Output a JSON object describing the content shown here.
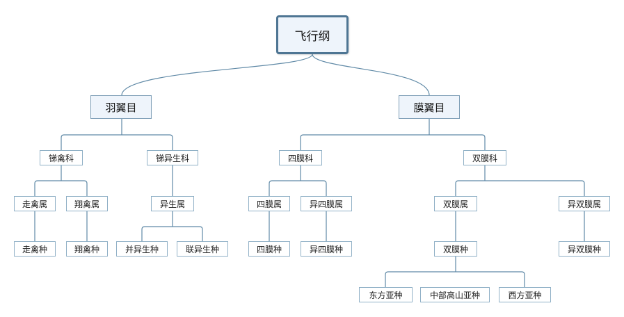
{
  "colors": {
    "line": "#5f89a6",
    "root_border": "#4e7593",
    "node_fill": "#eef4fb"
  },
  "tree": {
    "root": "飞行纲",
    "orders": [
      {
        "label": "羽翼目",
        "families": [
          {
            "label": "锑禽科",
            "genera": [
              {
                "label": "走禽属",
                "species": [
                  "走禽种"
                ]
              },
              {
                "label": "翔禽属",
                "species": [
                  "翔禽种"
                ]
              }
            ]
          },
          {
            "label": "锑异生科",
            "genera": [
              {
                "label": "异生属",
                "species": [
                  "并异生种",
                  "联异生种"
                ]
              }
            ]
          }
        ]
      },
      {
        "label": "膜翼目",
        "families": [
          {
            "label": "四膜科",
            "genera": [
              {
                "label": "四膜属",
                "species": [
                  "四膜种"
                ]
              },
              {
                "label": "异四膜属",
                "species": [
                  "异四膜种"
                ]
              }
            ]
          },
          {
            "label": "双膜科",
            "genera": [
              {
                "label": "双膜属",
                "species": [
                  "双膜种"
                ],
                "subspecies": [
                  "东方亚种",
                  "中部高山亚种",
                  "西方亚种"
                ]
              },
              {
                "label": "异双膜属",
                "species": [
                  "异双膜种"
                ]
              }
            ]
          }
        ]
      }
    ]
  }
}
